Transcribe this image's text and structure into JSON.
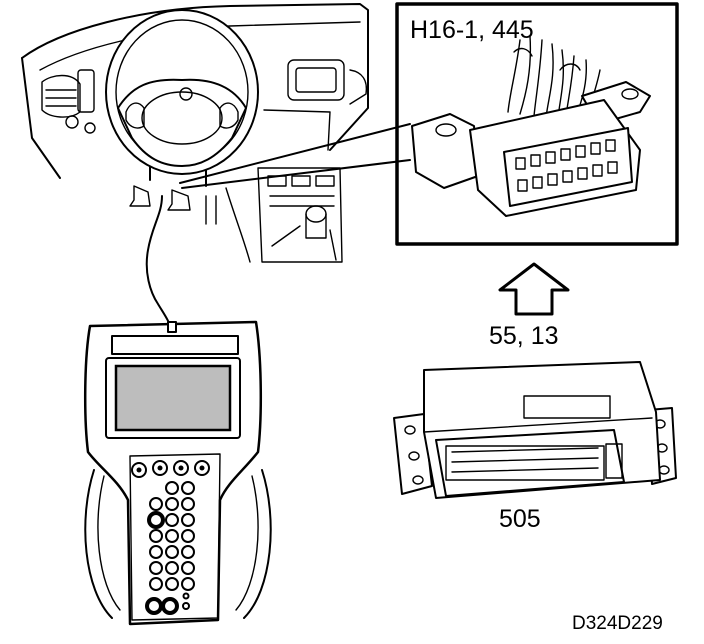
{
  "labels": {
    "connector": "H16-1, 445",
    "signal_pins": "55, 13",
    "control_module": "505",
    "drawing_ref": "D324D229"
  }
}
